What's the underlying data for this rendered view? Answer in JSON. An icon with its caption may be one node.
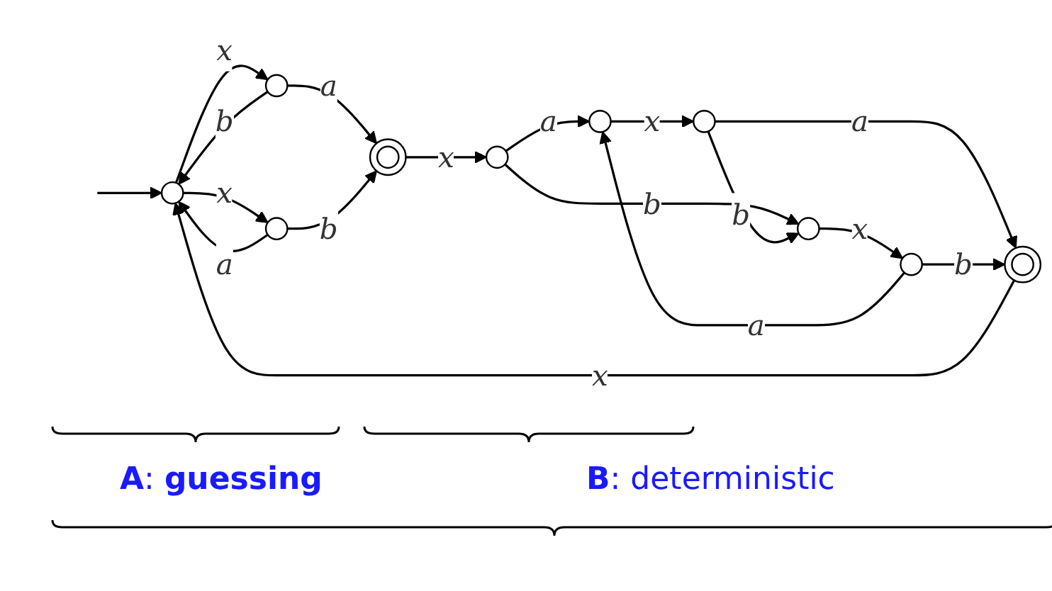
{
  "diagram": {
    "nodes": [
      {
        "text": [],
        "shape": "circle"
      },
      {
        "text": [],
        "shape": "circle"
      },
      {
        "text": [],
        "shape": "circle"
      },
      {
        "text": [],
        "shape": "doublecircle"
      },
      {
        "text": [],
        "shape": "circle"
      },
      {
        "text": [],
        "shape": "circle"
      },
      {
        "text": [],
        "shape": "circle"
      },
      {
        "text": [],
        "shape": "circle"
      },
      {
        "text": [],
        "shape": "circle"
      },
      {
        "text": [],
        "shape": "doublecircle"
      }
    ],
    "edges": [
      {
        "from": null,
        "to": 0,
        "arrow": "to"
      },
      {
        "from": 0,
        "to": 1,
        "label": "x",
        "arrow": "to"
      },
      {
        "from": 1,
        "to": 0,
        "label": "b",
        "arrow": "to"
      },
      {
        "from": 2,
        "to": 0,
        "label": "a",
        "arrow": "to"
      },
      {
        "from": 0,
        "to": 2,
        "label": "x",
        "arrow": "to"
      },
      {
        "from": 1,
        "to": 3,
        "label": "a",
        "arrow": "to"
      },
      {
        "from": 2,
        "to": 3,
        "label": "b",
        "arrow": "to"
      },
      {
        "from": 3,
        "to": 4,
        "label": "x",
        "arrow": "to"
      },
      {
        "from": 4,
        "to": 5,
        "label": "a",
        "arrow": "to"
      },
      {
        "from": 4,
        "to": 6,
        "label": "b",
        "arrow": "to"
      },
      {
        "from": 5,
        "to": 7,
        "label": "x",
        "arrow": "to"
      },
      {
        "from": 6,
        "to": 8,
        "label": "x",
        "arrow": "to"
      },
      {
        "from": 7,
        "to": 9,
        "label": "a",
        "arrow": "to"
      },
      {
        "from": 7,
        "to": 6,
        "label": "b",
        "arrow": "to"
      },
      {
        "from": 8,
        "to": 5,
        "label": "a",
        "arrow": "to"
      },
      {
        "from": 8,
        "to": 9,
        "label": "b",
        "arrow": "to"
      },
      {
        "from": 9,
        "to": 0,
        "label": "x",
        "arrow": "to"
      }
    ],
    "labels": [
      "**A**: **guessing**",
      "**B**: deterministic"
    ]
  }
}
